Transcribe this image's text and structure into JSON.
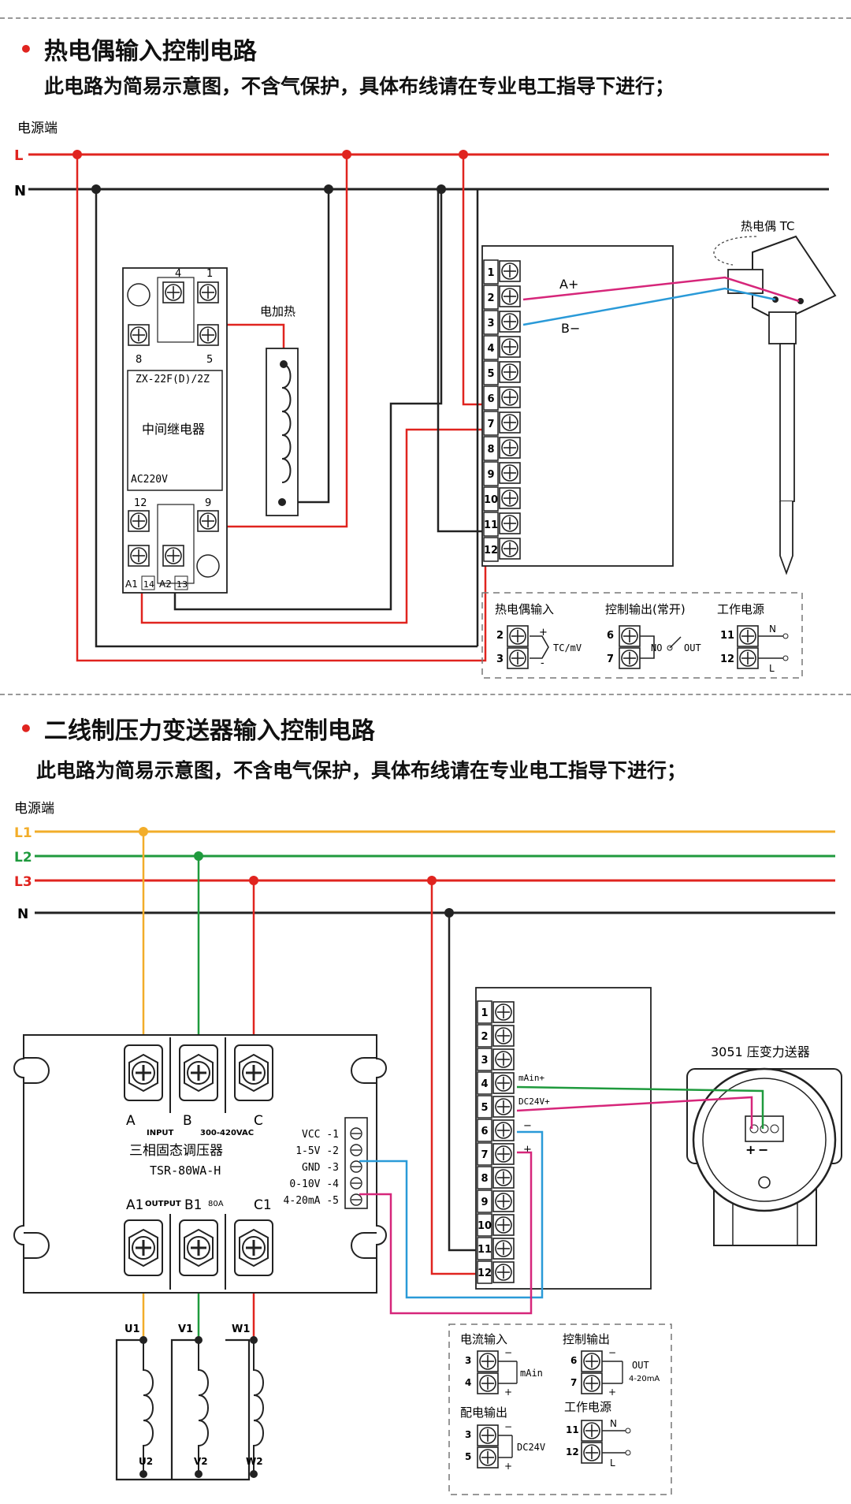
{
  "section1": {
    "title": "热电偶输入控制电路",
    "note": "此电路为简易示意图，不含气保护，具体布线请在专业电工指导下进行；",
    "power_label": "电源端",
    "line_L": "L",
    "line_N": "N",
    "relay": {
      "model": "ZX-22F(D)/2Z",
      "name": "中间继电器",
      "voltage": "AC220V",
      "pin_4": "4",
      "pin_1": "1",
      "pin_8": "8",
      "pin_5": "5",
      "pin_12": "12",
      "pin_9": "9",
      "pin_A1": "A1",
      "pin_14": "14",
      "pin_A2": "A2",
      "pin_13": "13"
    },
    "heater_label": "电加热",
    "thermocouple_label": "热电偶 TC",
    "wire_a": "A+",
    "wire_b": "B−",
    "terminals": [
      "1",
      "2",
      "3",
      "4",
      "5",
      "6",
      "7",
      "8",
      "9",
      "10",
      "11",
      "12"
    ],
    "legend": {
      "tc_input": "热电偶输入",
      "tc_unit": "TC/mV",
      "control_output": "控制输出(常开)",
      "no": "NO",
      "out": "OUT",
      "power": "工作电源",
      "n": "N",
      "l": "L",
      "t2": "2",
      "t3": "3",
      "t6": "6",
      "t7": "7",
      "t11": "11",
      "t12": "12",
      "plus": "+",
      "minus": "-"
    }
  },
  "section2": {
    "title": "二线制压力变送器输入控制电路",
    "note": "此电路为简易示意图，不含电气保护，具体布线请在专业电工指导下进行；",
    "power_label": "电源端",
    "line_L1": "L1",
    "line_L2": "L2",
    "line_L3": "L3",
    "line_N": "N",
    "ssr": {
      "name": "三相固态调压器",
      "model": "TSR-80WA-H",
      "a": "A",
      "b": "B",
      "c": "C",
      "input": "INPUT",
      "voltage": "300-420VAC",
      "a1": "A1",
      "b1": "B1",
      "c1": "C1",
      "output": "OUTPUT",
      "current": "80A",
      "signals": [
        "VCC  -1",
        "1-5V  -2",
        "GND  -3",
        "0-10V  -4",
        "4-20mA  -5"
      ]
    },
    "transmitter_label": "3051 压变力送器",
    "pin_mAin": "mAin+",
    "pin_dc24": "DC24V+",
    "pin_minus": "−",
    "pin_plus": "+",
    "load_labels": [
      "U1",
      "V1",
      "W1",
      "U2",
      "V2",
      "W2"
    ],
    "terminals": [
      "1",
      "2",
      "3",
      "4",
      "5",
      "6",
      "7",
      "8",
      "9",
      "10",
      "11",
      "12"
    ],
    "legend": {
      "current_input": "电流输入",
      "mAin": "mAin",
      "control_output": "控制输出",
      "out": "OUT",
      "range": "4-20mA",
      "distribution": "配电输出",
      "dc24": "DC24V",
      "power": "工作电源",
      "n": "N",
      "l": "L",
      "t3": "3",
      "t4": "4",
      "t6": "6",
      "t7": "7",
      "t5": "5",
      "t11": "11",
      "t12": "12",
      "plus": "+",
      "minus": "−"
    }
  },
  "colors": {
    "red": "#e0241f",
    "black": "#222222",
    "pink": "#d6267a",
    "blue": "#2a9ad8",
    "yellow": "#f2ad2a",
    "green": "#1f9a3d"
  }
}
